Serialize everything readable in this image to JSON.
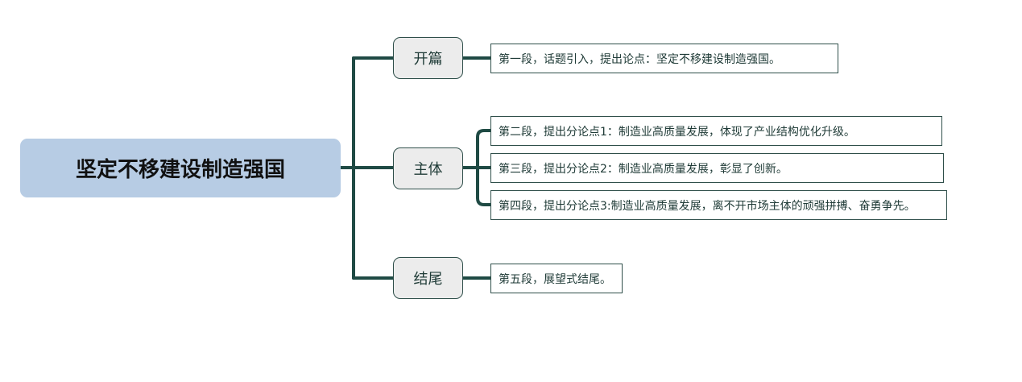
{
  "root": {
    "title": "坚定不移建设制造强国"
  },
  "branches": [
    {
      "label": "开篇",
      "leaves": [
        "第一段，话题引入，提出论点：坚定不移建设制造强国。"
      ]
    },
    {
      "label": "主体",
      "leaves": [
        "第二段，提出分论点1：制造业高质量发展，体现了产业结构优化升级。",
        "第三段，提出分论点2：制造业高质量发展，彰显了创新。",
        "第四段，提出分论点3:制造业高质量发展，离不开市场主体的顽强拼搏、奋勇争先。"
      ]
    },
    {
      "label": "结尾",
      "leaves": [
        "第五段，展望式结尾。"
      ]
    }
  ],
  "colors": {
    "root_fill": "#b7cce4",
    "branch_fill": "#ececec",
    "connector": "#1f4a44"
  }
}
